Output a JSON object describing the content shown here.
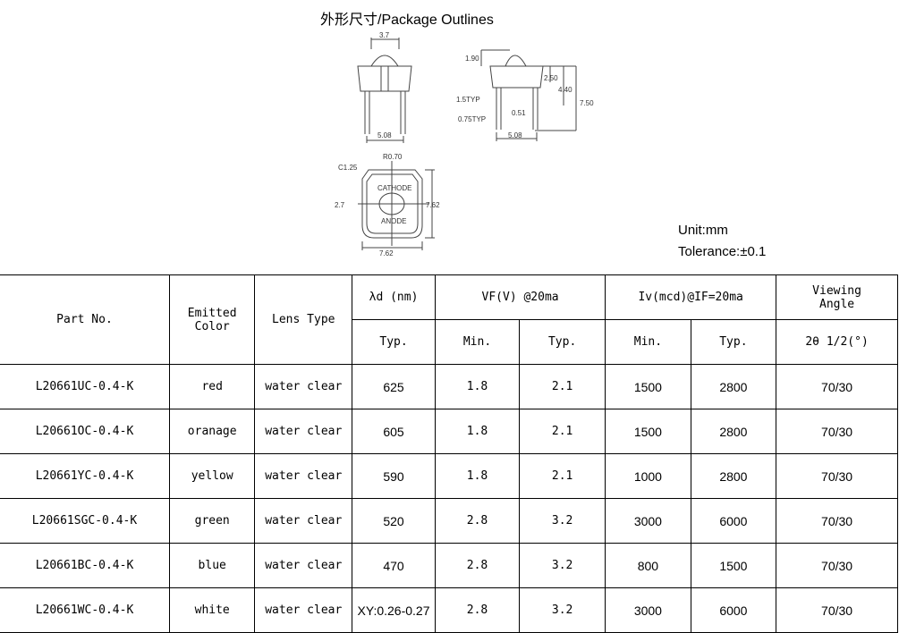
{
  "title": "外形尺寸/Package Outlines",
  "drawing": {
    "front_top": "3.7",
    "front_pitch": "5.08",
    "side_dome": "1.90",
    "side_body": "2.50",
    "side_h1": "4.40",
    "side_total": "7.50",
    "lead1": "1.5TYP",
    "lead2": "0.75TYP",
    "lead_gap": "0.51",
    "side_pitch": "5.08",
    "top_r": "R0.70",
    "top_c": "C1.25",
    "top_cathode": "CATHODE",
    "top_anode": "ANODE",
    "top_dia": "2.7",
    "top_h": "7.62",
    "top_w": "7.62"
  },
  "unit": "Unit:mm",
  "tolerance": "Tolerance:±0.1",
  "headers": {
    "part": "Part No.",
    "color": "Emitted Color",
    "lens": "Lens Type",
    "wl": "λd (nm)",
    "vf": "VF(V) @20ma",
    "iv": "Iv(mcd)@IF=20ma",
    "view": "Viewing Angle",
    "typ": "Typ.",
    "min": "Min.",
    "angle": "2θ 1/2(°)"
  },
  "rows": [
    [
      "L20661UC-0.4-K",
      "red",
      "water clear",
      "625",
      "1.8",
      "2.1",
      "1500",
      "2800",
      "70/30"
    ],
    [
      "L20661OC-0.4-K",
      "oranage",
      "water clear",
      "605",
      "1.8",
      "2.1",
      "1500",
      "2800",
      "70/30"
    ],
    [
      "L20661YC-0.4-K",
      "yellow",
      "water clear",
      "590",
      "1.8",
      "2.1",
      "1000",
      "2800",
      "70/30"
    ],
    [
      "L20661SGC-0.4-K",
      "green",
      "water clear",
      "520",
      "2.8",
      "3.2",
      "3000",
      "6000",
      "70/30"
    ],
    [
      "L20661BC-0.4-K",
      "blue",
      "water clear",
      "470",
      "2.8",
      "3.2",
      "800",
      "1500",
      "70/30"
    ],
    [
      "L20661WC-0.4-K",
      "white",
      "water clear",
      "XY:0.26-0.27",
      "2.8",
      "3.2",
      "3000",
      "6000",
      "70/30"
    ]
  ]
}
